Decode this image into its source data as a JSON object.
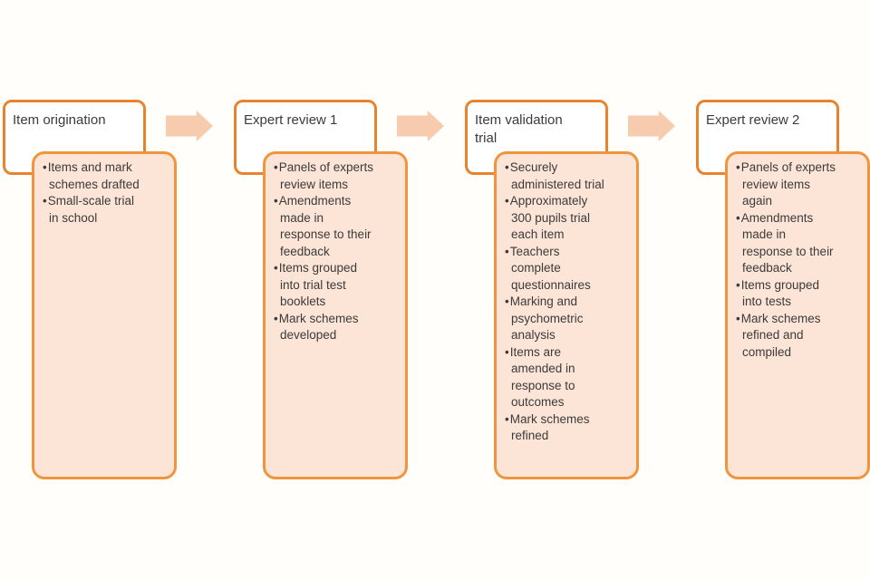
{
  "diagram": {
    "type": "process-flow",
    "colors": {
      "box_border_title": "#E8832D",
      "box_border_content": "#F0953E",
      "content_fill": "#FCE4D6",
      "arrow_fill": "#F7CBAD",
      "title_fill": "#FFFFFF",
      "text": "#3B3B3B",
      "background": "#FFFEFA"
    },
    "stages": [
      {
        "title": "Item origination",
        "bullets": [
          "Items and mark schemes drafted",
          "Small-scale trial in school"
        ]
      },
      {
        "title": "Expert review 1",
        "bullets": [
          "Panels of experts review items",
          "Amendments made in response to their feedback",
          "Items grouped into trial test booklets",
          "Mark schemes developed"
        ]
      },
      {
        "title": "Item validation trial",
        "bullets": [
          "Securely administered trial",
          "Approximately 300 pupils trial each item",
          "Teachers complete questionnaires",
          "Marking and psychometric analysis",
          "Items are amended in response to outcomes",
          "Mark schemes refined"
        ]
      },
      {
        "title": "Expert review 2",
        "bullets": [
          "Panels of experts review items again",
          "Amendments made in response to their feedback",
          "Items grouped into tests",
          "Mark schemes refined and compiled"
        ]
      }
    ]
  }
}
